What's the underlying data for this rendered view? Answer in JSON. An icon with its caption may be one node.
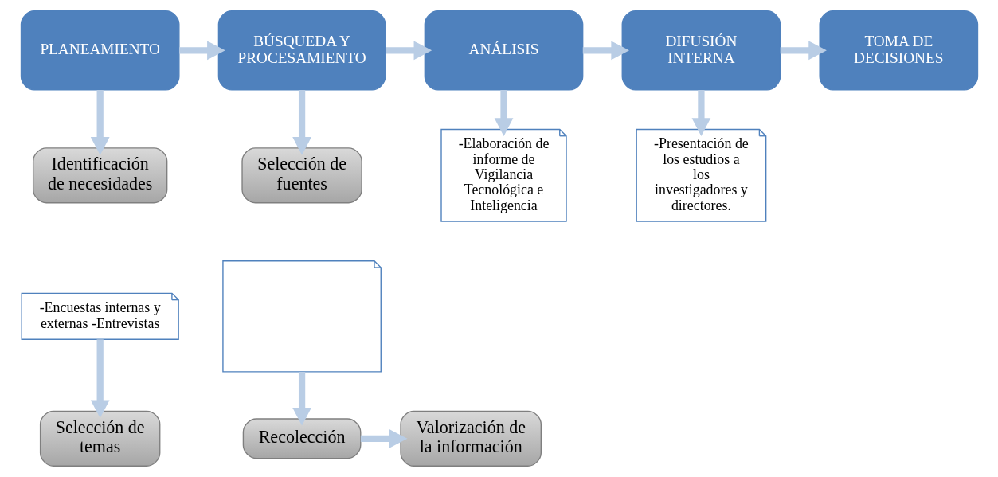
{
  "diagram": {
    "nodes": [
      {
        "text": [
          "PLANEAMIENTO"
        ]
      },
      {
        "text": [
          "BÚSQUEDA Y PROCESAMIENTO"
        ]
      },
      {
        "text": [
          "ANÁLISIS"
        ]
      },
      {
        "text": [
          "DIFUSIÓN INTERNA"
        ]
      },
      {
        "text": [
          "TOMA DE DECISIONES"
        ]
      },
      {
        "text": [
          "Identificación de necesidades"
        ]
      },
      {
        "text": [
          "-Encuestas internas y externas -Entrevistas"
        ]
      },
      {
        "text": [
          "Selección de temas"
        ]
      },
      {
        "text": [
          "Selección de fuentes"
        ]
      },
      {
        "text": [],
        "shape": "box"
      },
      {
        "text": [
          "Recolección"
        ]
      },
      {
        "text": [
          "Valorización de la información"
        ]
      },
      {
        "text": [
          "-Elaboración de informe de Vigilancia Tecnológica e Inteligencia"
        ]
      },
      {
        "text": [
          "-Presentación de los estudios a los investigadores y directores."
        ]
      }
    ],
    "edges": [
      {
        "from": 0,
        "to": 1,
        "arrow": "to"
      },
      {
        "from": 1,
        "to": 2,
        "arrow": "to"
      },
      {
        "from": 2,
        "to": 3,
        "arrow": "to"
      },
      {
        "from": 3,
        "to": 4,
        "arrow": "to"
      },
      {
        "from": 0,
        "to": 5,
        "arrow": "to"
      },
      {
        "from": 6,
        "to": 7,
        "arrow": "to"
      },
      {
        "from": 1,
        "to": 8,
        "arrow": "to"
      },
      {
        "from": 9,
        "to": 10,
        "arrow": "to"
      },
      {
        "from": 10,
        "to": 11,
        "arrow": "to"
      },
      {
        "from": 2,
        "to": 12,
        "arrow": "to"
      },
      {
        "from": 3,
        "to": 13,
        "arrow": "to"
      }
    ]
  }
}
